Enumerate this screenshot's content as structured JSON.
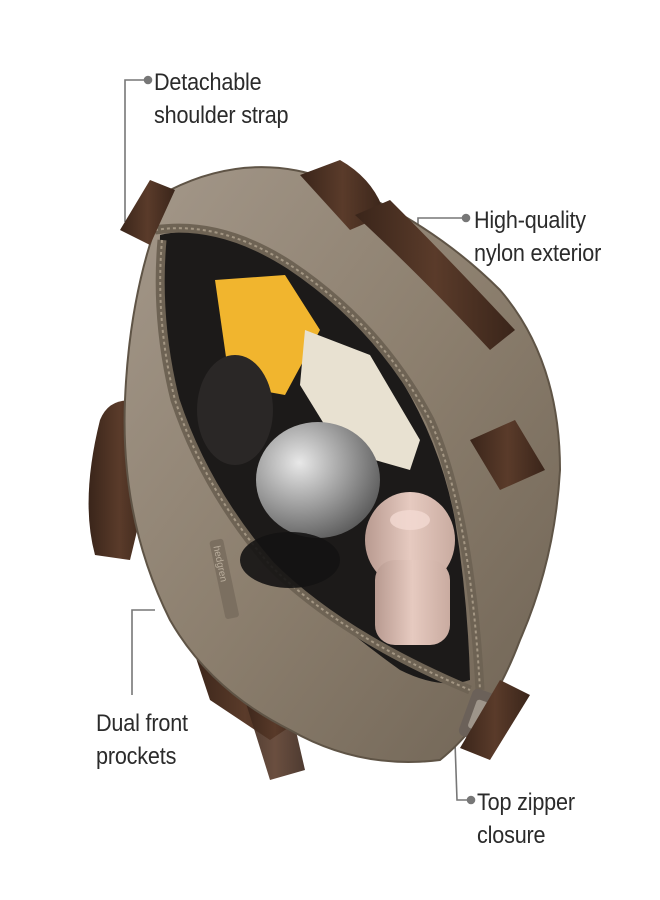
{
  "callouts": {
    "strap": {
      "line1": "Detachable",
      "line2": "shoulder strap"
    },
    "nylon": {
      "line1": "High-quality",
      "line2": "nylon exterior"
    },
    "pocket": {
      "line1": "Dual front",
      "line2": "prockets"
    },
    "zipper": {
      "line1": "Top zipper",
      "line2": "closure"
    }
  },
  "colors": {
    "nylon": "#8a7d6c",
    "strap": "#4a3022",
    "leader": "#777777",
    "label_text": "#2b2b2b"
  }
}
